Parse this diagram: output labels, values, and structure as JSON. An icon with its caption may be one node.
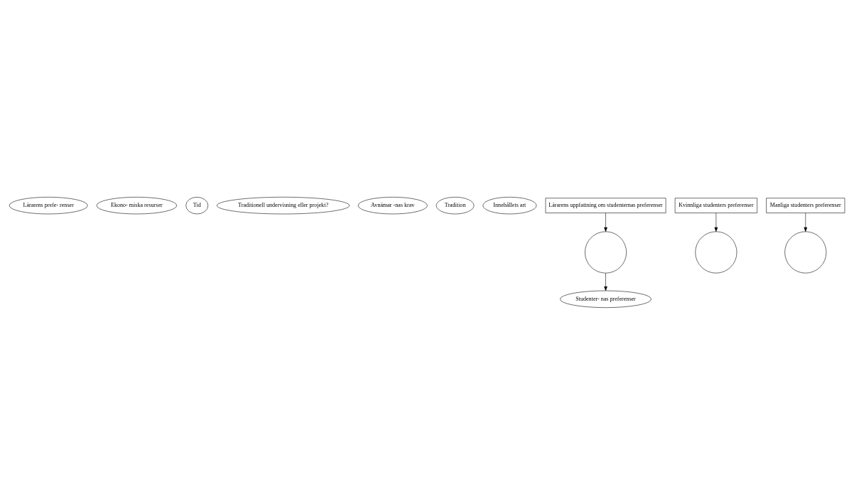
{
  "diagram": {
    "nodes": [
      {
        "text": [
          "Lärarens prefe- renser"
        ]
      },
      {
        "text": [
          "Ekono- miska resurser"
        ]
      },
      {
        "text": [
          "Tid"
        ]
      },
      {
        "text": [
          "Traditionell undervisning eller projekt?"
        ]
      },
      {
        "text": [
          "Avnämar -nas krav"
        ]
      },
      {
        "text": [
          "Tradition"
        ]
      },
      {
        "text": [
          "Innehållets art"
        ]
      },
      {
        "text": [
          "Studenter- nas preferenser"
        ]
      },
      {
        "text": [
          "Lärarens uppfattning om studenternas preferenser"
        ]
      },
      {
        "text": [],
        "shape": "circle"
      },
      {
        "text": [],
        "shape": "circle"
      },
      {
        "text": [],
        "shape": "circle"
      },
      {
        "text": [
          "Kvinnliga studenters preferenser"
        ]
      },
      {
        "text": [
          "Manliga studenters preferenser"
        ]
      }
    ],
    "edges": [
      {
        "from": 9,
        "to": 7,
        "arrow": "to"
      },
      {
        "from": 8,
        "to": 9,
        "arrow": "to"
      },
      {
        "from": 12,
        "to": 10,
        "arrow": "to"
      },
      {
        "from": 13,
        "to": 11,
        "arrow": "to"
      }
    ]
  }
}
